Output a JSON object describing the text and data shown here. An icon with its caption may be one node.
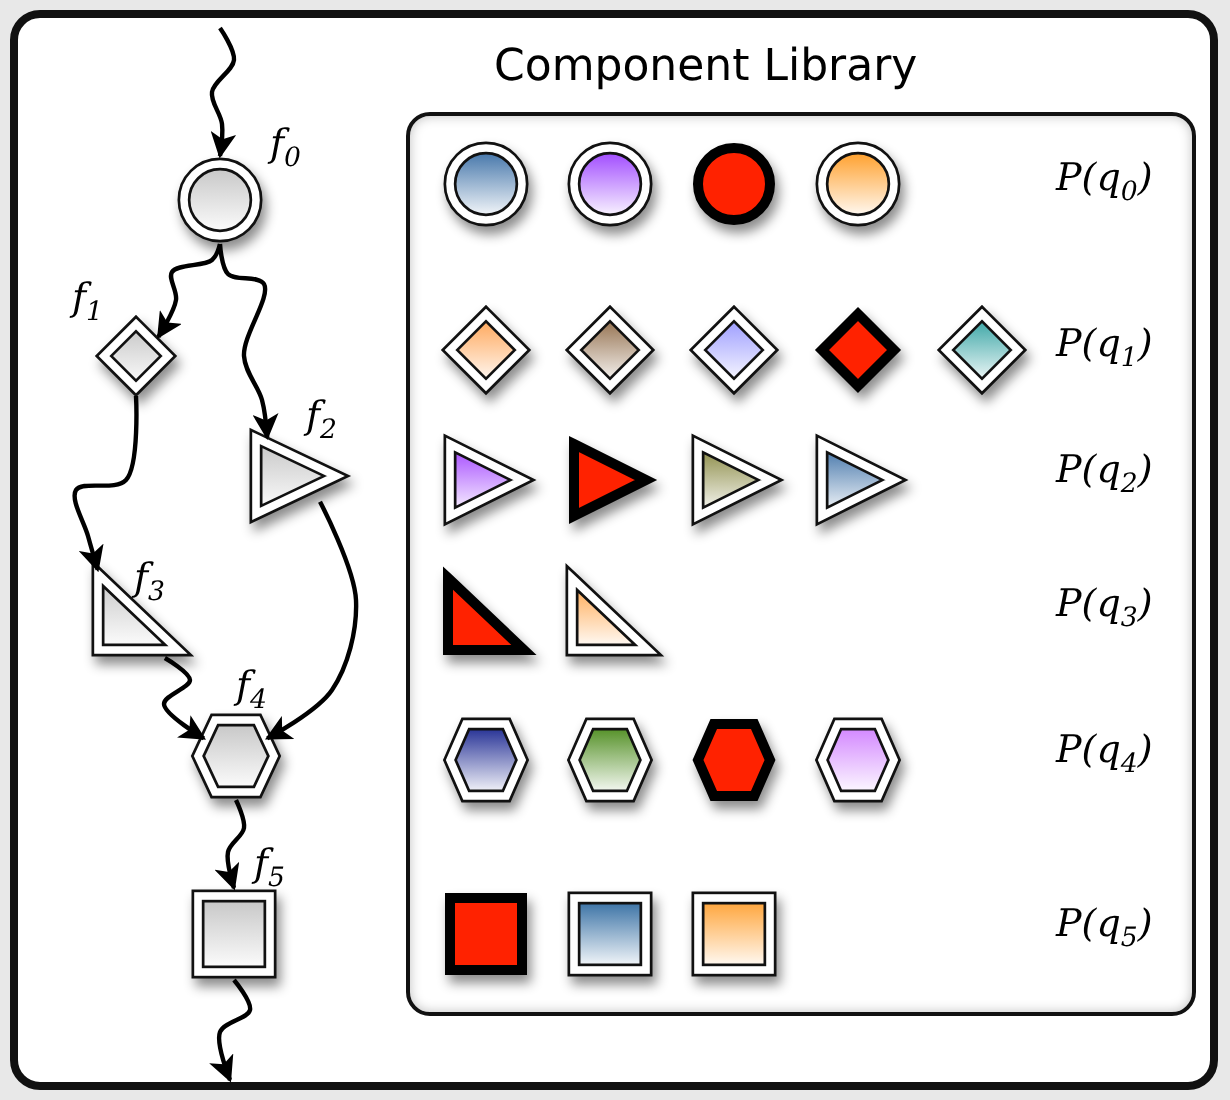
{
  "diagram": {
    "nodes": [
      {
        "text": [],
        "shape": "circle",
        "beside": [
          "f$_{0}$"
        ]
      },
      {
        "text": [],
        "shape": "diamond",
        "beside": [
          "f$_{1}$"
        ]
      },
      {
        "text": [],
        "shape": "triangle",
        "beside": [
          "f$_{2}$"
        ]
      },
      {
        "text": [],
        "shape": "right-triangle",
        "beside": [
          "f$_{3}$"
        ]
      },
      {
        "text": [],
        "shape": "hexagon",
        "beside": [
          "f$_{4}$"
        ]
      },
      {
        "text": [],
        "shape": "square",
        "beside": [
          "f$_{5}$"
        ]
      },
      {
        "text": [
          "Component Library"
        ]
      },
      {
        "text": [],
        "shape": "circle",
        "in": 6
      },
      {
        "text": [],
        "shape": "circle",
        "in": 6
      },
      {
        "text": [],
        "shape": "circle",
        "in": 6
      },
      {
        "text": [],
        "shape": "circle",
        "in": 6
      },
      {
        "text": [],
        "shape": "diamond",
        "in": 6
      },
      {
        "text": [],
        "shape": "diamond",
        "in": 6
      },
      {
        "text": [],
        "shape": "diamond",
        "in": 6
      },
      {
        "text": [],
        "shape": "diamond",
        "in": 6
      },
      {
        "text": [],
        "shape": "diamond",
        "in": 6
      },
      {
        "text": [],
        "shape": "triangle",
        "in": 6
      },
      {
        "text": [],
        "shape": "triangle",
        "in": 6
      },
      {
        "text": [],
        "shape": "triangle",
        "in": 6
      },
      {
        "text": [],
        "shape": "triangle",
        "in": 6
      },
      {
        "text": [],
        "shape": "right-triangle",
        "in": 6
      },
      {
        "text": [],
        "shape": "right-triangle",
        "in": 6
      },
      {
        "text": [],
        "shape": "hexagon",
        "in": 6
      },
      {
        "text": [],
        "shape": "hexagon",
        "in": 6
      },
      {
        "text": [],
        "shape": "hexagon",
        "in": 6
      },
      {
        "text": [],
        "shape": "hexagon",
        "in": 6
      },
      {
        "text": [],
        "shape": "square",
        "in": 6
      },
      {
        "text": [],
        "shape": "square",
        "in": 6
      },
      {
        "text": [],
        "shape": "square",
        "in": 6
      }
    ],
    "edges": [
      {
        "from": null,
        "to": 0,
        "arrow": "to"
      },
      {
        "from": 0,
        "to": 1,
        "arrow": "to"
      },
      {
        "from": 0,
        "to": 2,
        "arrow": "to"
      },
      {
        "from": 1,
        "to": 3,
        "arrow": "to"
      },
      {
        "from": 2,
        "to": 4,
        "arrow": "to"
      },
      {
        "from": 3,
        "to": 4,
        "arrow": "to"
      },
      {
        "from": 4,
        "to": 5,
        "arrow": "to"
      },
      {
        "from": 5,
        "to": null,
        "arrow": "to"
      }
    ],
    "labels": [
      "P(q$_{0}$)",
      "P(q$_{1}$)",
      "P(q$_{2}$)",
      "P(q$_{3}$)",
      "P(q$_{4}$)",
      "P(q$_{5}$)"
    ]
  }
}
